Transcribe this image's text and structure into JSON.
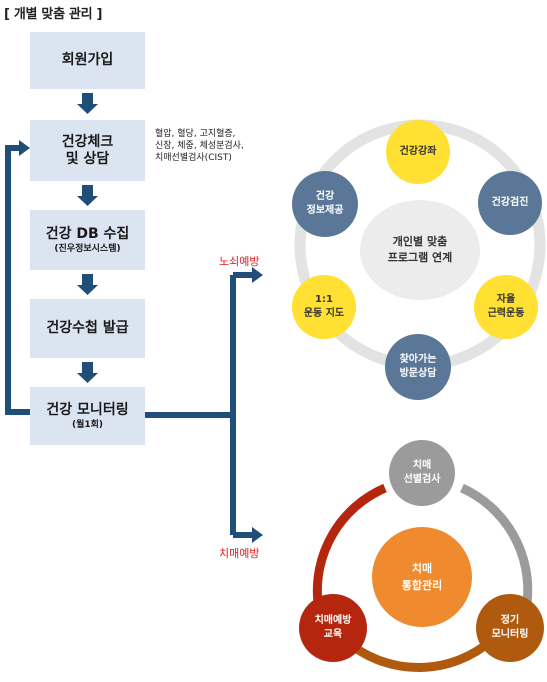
{
  "title": "[ 개별 맞춤 관리 ]",
  "steps": [
    {
      "label": "회원가입",
      "sub": ""
    },
    {
      "label": "건강체크\n및 상담",
      "sub": ""
    },
    {
      "label": "건강 DB 수집",
      "sub": "(진우정보시스템)"
    },
    {
      "label": "건강수첩 발급",
      "sub": ""
    },
    {
      "label": "건강 모니터링",
      "sub": "(월1회)"
    }
  ],
  "checkup_note": "혈압, 혈당, 고지혈증,\n신장, 체중, 체성분검사,\n치매선별검사(CIST)",
  "branches": {
    "upper": "노쇠예방",
    "lower": "치매예방"
  },
  "program_cycle": {
    "center": "개인별 맞춤\n프로그램 연계",
    "nodes": [
      "건강강좌",
      "건강검진",
      "자율\n근력운동",
      "찾아가는\n방문상담",
      "1:1\n운동 지도",
      "건강\n정보제공"
    ]
  },
  "dementia_cycle": {
    "center": "치매\n통합관리",
    "nodes": [
      "치매\n선별검사",
      "정기\n모니터링",
      "치매예방\n교육"
    ]
  },
  "colors": {
    "step_bg": "#dbe5f1",
    "arrow": "#1f4e79",
    "yellow": "#ffe033",
    "slate": "#5b7797",
    "gray_center": "#ececec",
    "ring_gray": "#e3e3e3",
    "orange": "#ef8a2f",
    "gray_node": "#9b9b9b",
    "brown": "#b05a10",
    "red": "#b5260f"
  }
}
